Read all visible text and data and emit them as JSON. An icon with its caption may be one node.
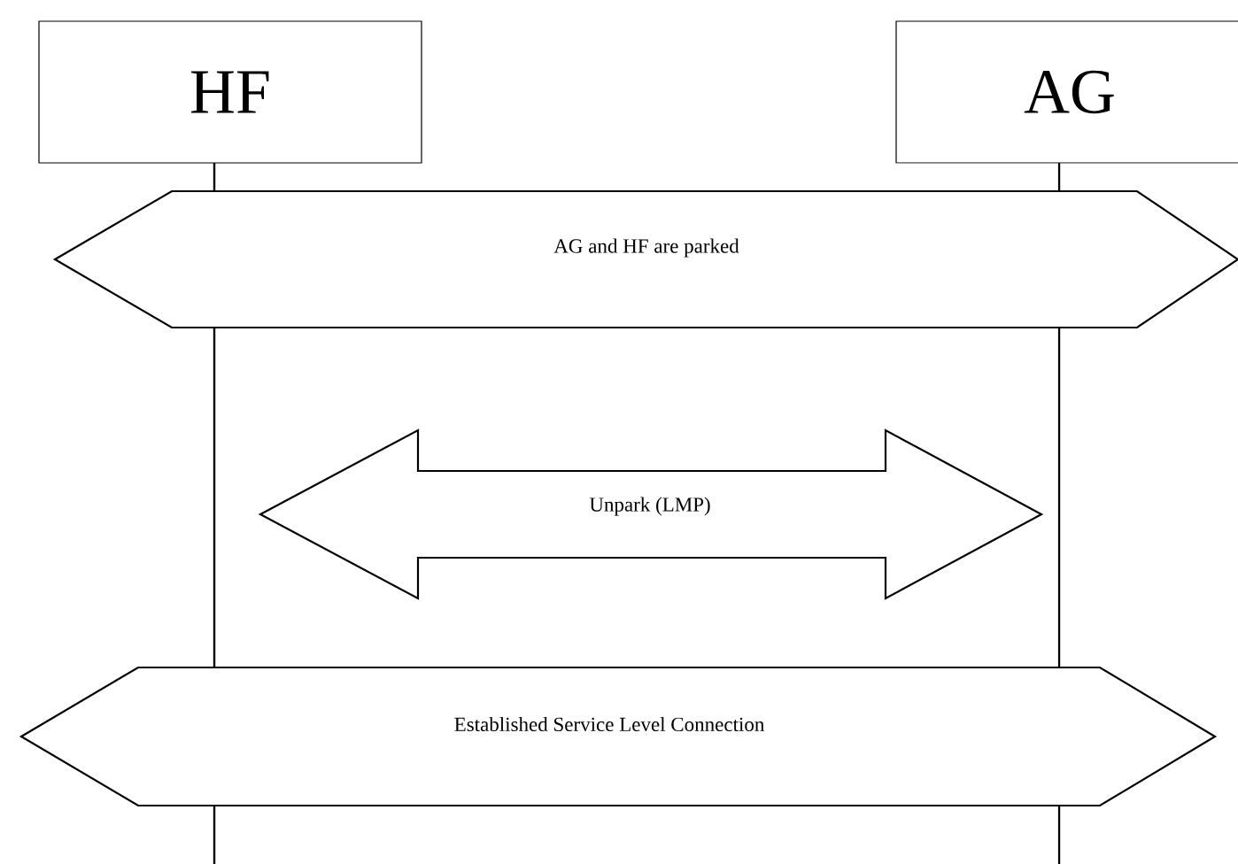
{
  "diagram": {
    "nodes": [
      {
        "text": [
          "HF"
        ]
      },
      {
        "text": [
          "AG"
        ]
      },
      {
        "text": [
          "AG and HF are parked"
        ]
      },
      {
        "text": [
          "Unpark (LMP)"
        ]
      },
      {
        "text": [
          "Established Service Level Connection"
        ]
      }
    ]
  }
}
